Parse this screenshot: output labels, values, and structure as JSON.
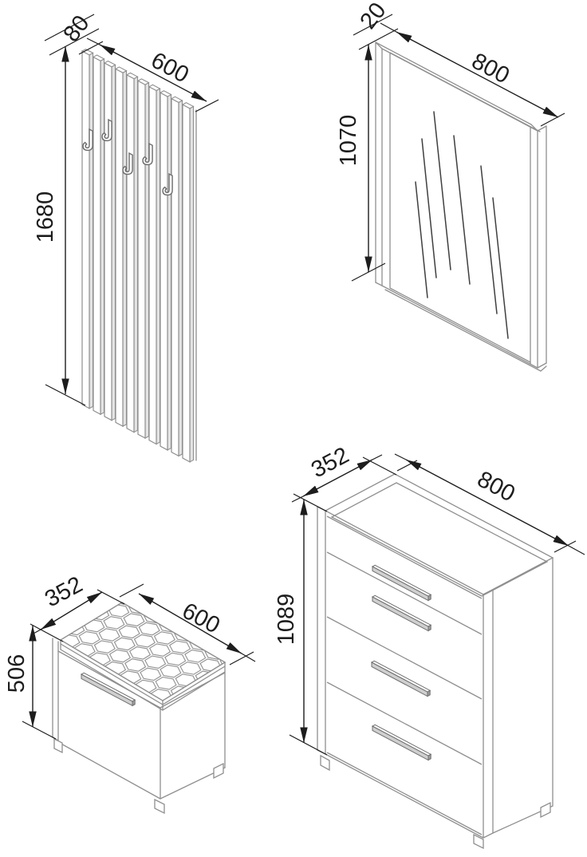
{
  "pieces": {
    "panel": {
      "depth_label": "80",
      "width_label": "600",
      "height_label": "1680",
      "slat_count": 10,
      "hook_count": 5
    },
    "mirror": {
      "depth_label": "20",
      "width_label": "800",
      "height_label": "1070",
      "reflection_line_count": 6
    },
    "bench": {
      "depth_label": "352",
      "width_label": "600",
      "height_label": "506"
    },
    "chest": {
      "depth_label": "352",
      "width_label": "800",
      "height_label": "1089",
      "drawer_count": 4,
      "handle_count": 4
    }
  },
  "colors": {
    "background": "#ffffff",
    "furniture_outline": "#8f8f8f",
    "slat_shading": "#e4e4e4",
    "handle_front": "#cfcfcf",
    "handle_cap": "#9d9d9d",
    "dimension": "#1d1d1d",
    "reflection": "#3f3f3f"
  }
}
